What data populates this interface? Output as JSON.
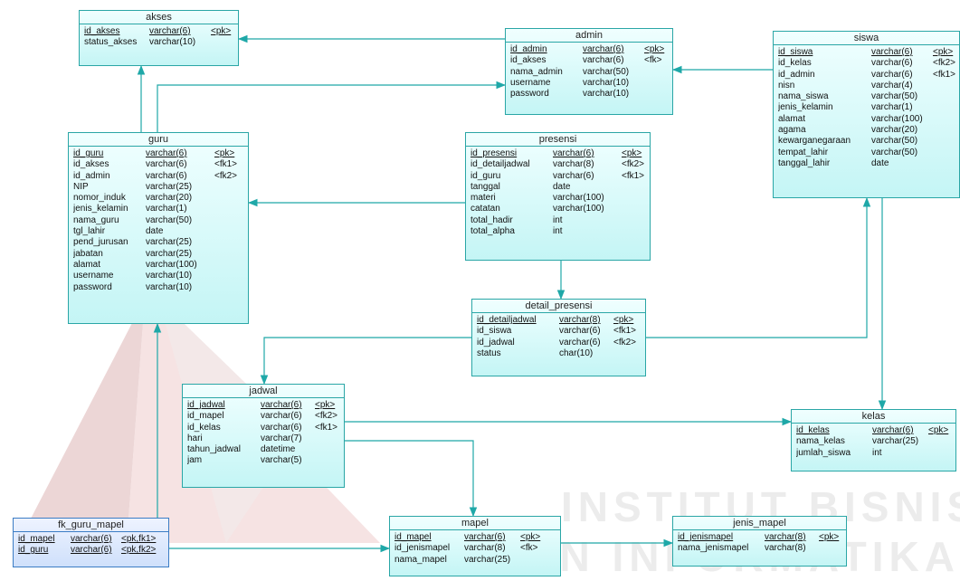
{
  "watermark": {
    "line1": "INSTITUT BISNIS",
    "line2": "DAN INFORMATIKA"
  },
  "colors": {
    "entity_border": "#2aa6a6",
    "relation_line": "#1fa8a8",
    "entity_fill_top": "#f0ffff",
    "entity_fill_bottom": "#c4f5f5"
  },
  "entities": {
    "akses": {
      "title": "akses",
      "rows": [
        {
          "name": "id_akses",
          "type": "varchar(6)",
          "key": "<pk>",
          "pk": true
        },
        {
          "name": "status_akses",
          "type": "varchar(10)",
          "key": "",
          "pk": false
        }
      ]
    },
    "admin": {
      "title": "admin",
      "rows": [
        {
          "name": "id_admin",
          "type": "varchar(6)",
          "key": "<pk>",
          "pk": true
        },
        {
          "name": "id_akses",
          "type": "varchar(6)",
          "key": "<fk>",
          "pk": false
        },
        {
          "name": "nama_admin",
          "type": "varchar(50)",
          "key": "",
          "pk": false
        },
        {
          "name": "username",
          "type": "varchar(10)",
          "key": "",
          "pk": false
        },
        {
          "name": "password",
          "type": "varchar(10)",
          "key": "",
          "pk": false
        }
      ]
    },
    "siswa": {
      "title": "siswa",
      "rows": [
        {
          "name": "id_siswa",
          "type": "varchar(6)",
          "key": "<pk>",
          "pk": true
        },
        {
          "name": "id_kelas",
          "type": "varchar(6)",
          "key": "<fk2>",
          "pk": false
        },
        {
          "name": "id_admin",
          "type": "varchar(6)",
          "key": "<fk1>",
          "pk": false
        },
        {
          "name": "nisn",
          "type": "varchar(4)",
          "key": "",
          "pk": false
        },
        {
          "name": "nama_siswa",
          "type": "varchar(50)",
          "key": "",
          "pk": false
        },
        {
          "name": "jenis_kelamin",
          "type": "varchar(1)",
          "key": "",
          "pk": false
        },
        {
          "name": "alamat",
          "type": "varchar(100)",
          "key": "",
          "pk": false
        },
        {
          "name": "agama",
          "type": "varchar(20)",
          "key": "",
          "pk": false
        },
        {
          "name": "kewarganegaraan",
          "type": "varchar(50)",
          "key": "",
          "pk": false
        },
        {
          "name": "tempat_lahir",
          "type": "varchar(50)",
          "key": "",
          "pk": false
        },
        {
          "name": "tanggal_lahir",
          "type": "date",
          "key": "",
          "pk": false
        }
      ]
    },
    "guru": {
      "title": "guru",
      "rows": [
        {
          "name": "id_guru",
          "type": "varchar(6)",
          "key": "<pk>",
          "pk": true
        },
        {
          "name": "id_akses",
          "type": "varchar(6)",
          "key": "<fk1>",
          "pk": false
        },
        {
          "name": "id_admin",
          "type": "varchar(6)",
          "key": "<fk2>",
          "pk": false
        },
        {
          "name": "NIP",
          "type": "varchar(25)",
          "key": "",
          "pk": false
        },
        {
          "name": "nomor_induk",
          "type": "varchar(20)",
          "key": "",
          "pk": false
        },
        {
          "name": "jenis_kelamin",
          "type": "varchar(1)",
          "key": "",
          "pk": false
        },
        {
          "name": "nama_guru",
          "type": "varchar(50)",
          "key": "",
          "pk": false
        },
        {
          "name": "tgl_lahir",
          "type": "date",
          "key": "",
          "pk": false
        },
        {
          "name": "pend_jurusan",
          "type": "varchar(25)",
          "key": "",
          "pk": false
        },
        {
          "name": "jabatan",
          "type": "varchar(25)",
          "key": "",
          "pk": false
        },
        {
          "name": "alamat",
          "type": "varchar(100)",
          "key": "",
          "pk": false
        },
        {
          "name": "username",
          "type": "varchar(10)",
          "key": "",
          "pk": false
        },
        {
          "name": "password",
          "type": "varchar(10)",
          "key": "",
          "pk": false
        }
      ]
    },
    "presensi": {
      "title": "presensi",
      "rows": [
        {
          "name": "id_presensi",
          "type": "varchar(6)",
          "key": "<pk>",
          "pk": true
        },
        {
          "name": "id_detailjadwal",
          "type": "varchar(8)",
          "key": "<fk2>",
          "pk": false
        },
        {
          "name": "id_guru",
          "type": "varchar(6)",
          "key": "<fk1>",
          "pk": false
        },
        {
          "name": "tanggal",
          "type": "date",
          "key": "",
          "pk": false
        },
        {
          "name": "materi",
          "type": "varchar(100)",
          "key": "",
          "pk": false
        },
        {
          "name": "catatan",
          "type": "varchar(100)",
          "key": "",
          "pk": false
        },
        {
          "name": "total_hadir",
          "type": "int",
          "key": "",
          "pk": false
        },
        {
          "name": "total_alpha",
          "type": "int",
          "key": "",
          "pk": false
        }
      ]
    },
    "detail_presensi": {
      "title": "detail_presensi",
      "rows": [
        {
          "name": "id_detailjadwal",
          "type": "varchar(8)",
          "key": "<pk>",
          "pk": true
        },
        {
          "name": "id_siswa",
          "type": "varchar(6)",
          "key": "<fk1>",
          "pk": false
        },
        {
          "name": "id_jadwal",
          "type": "varchar(6)",
          "key": "<fk2>",
          "pk": false
        },
        {
          "name": "status",
          "type": "char(10)",
          "key": "",
          "pk": false
        }
      ]
    },
    "jadwal": {
      "title": "jadwal",
      "rows": [
        {
          "name": "id_jadwal",
          "type": "varchar(6)",
          "key": "<pk>",
          "pk": true
        },
        {
          "name": "id_mapel",
          "type": "varchar(6)",
          "key": "<fk2>",
          "pk": false
        },
        {
          "name": "id_kelas",
          "type": "varchar(6)",
          "key": "<fk1>",
          "pk": false
        },
        {
          "name": "hari",
          "type": "varchar(7)",
          "key": "",
          "pk": false
        },
        {
          "name": "tahun_jadwal",
          "type": "datetime",
          "key": "",
          "pk": false
        },
        {
          "name": "jam",
          "type": "varchar(5)",
          "key": "",
          "pk": false
        }
      ]
    },
    "kelas": {
      "title": "kelas",
      "rows": [
        {
          "name": "id_kelas",
          "type": "varchar(6)",
          "key": "<pk>",
          "pk": true
        },
        {
          "name": "nama_kelas",
          "type": "varchar(25)",
          "key": "",
          "pk": false
        },
        {
          "name": "jumlah_siswa",
          "type": "int",
          "key": "",
          "pk": false
        }
      ]
    },
    "fk_guru_mapel": {
      "title": "fk_guru_mapel",
      "rows": [
        {
          "name": "id_mapel",
          "type": "varchar(6)",
          "key": "<pk,fk1>",
          "pk": true
        },
        {
          "name": "id_guru",
          "type": "varchar(6)",
          "key": "<pk,fk2>",
          "pk": true
        }
      ]
    },
    "mapel": {
      "title": "mapel",
      "rows": [
        {
          "name": "id_mapel",
          "type": "varchar(6)",
          "key": "<pk>",
          "pk": true
        },
        {
          "name": "id_jenismapel",
          "type": "varchar(8)",
          "key": "<fk>",
          "pk": false
        },
        {
          "name": "nama_mapel",
          "type": "varchar(25)",
          "key": "",
          "pk": false
        }
      ]
    },
    "jenis_mapel": {
      "title": "jenis_mapel",
      "rows": [
        {
          "name": "id_jenismapel",
          "type": "varchar(8)",
          "key": "<pk>",
          "pk": true
        },
        {
          "name": "nama_jenismapel",
          "type": "varchar(8)",
          "key": "",
          "pk": false
        }
      ]
    }
  }
}
